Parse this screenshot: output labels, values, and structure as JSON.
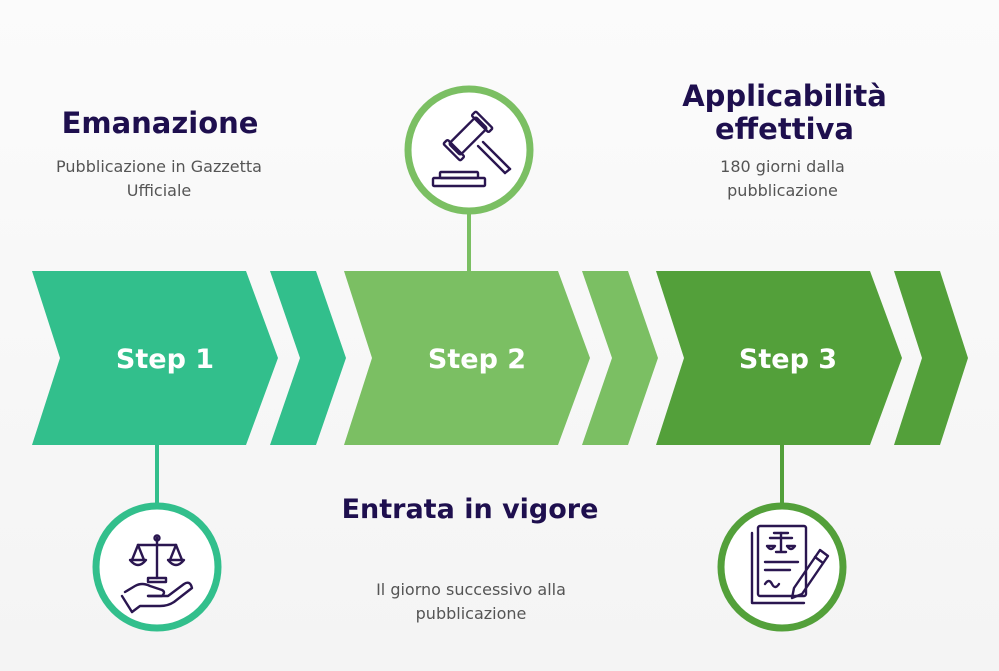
{
  "colors": {
    "step1": "#32bf8c",
    "step2": "#7bbf63",
    "step3": "#53a03a",
    "title": "#1e0f4e",
    "text": "#555555",
    "icon_stroke": "#2a1650"
  },
  "steps": [
    {
      "label": "Step 1",
      "title": "Emanazione",
      "description": "Pubblicazione in Gazzetta Ufficiale",
      "icon": "scales-in-hand-icon"
    },
    {
      "label": "Step 2",
      "title": "Entrata in vigore",
      "description": "Il giorno successivo alla pubblicazione",
      "icon": "gavel-icon"
    },
    {
      "label": "Step 3",
      "title": "Applicabilità effettiva",
      "description": "180 giorni dalla pubblicazione",
      "icon": "legal-document-pen-icon"
    }
  ]
}
